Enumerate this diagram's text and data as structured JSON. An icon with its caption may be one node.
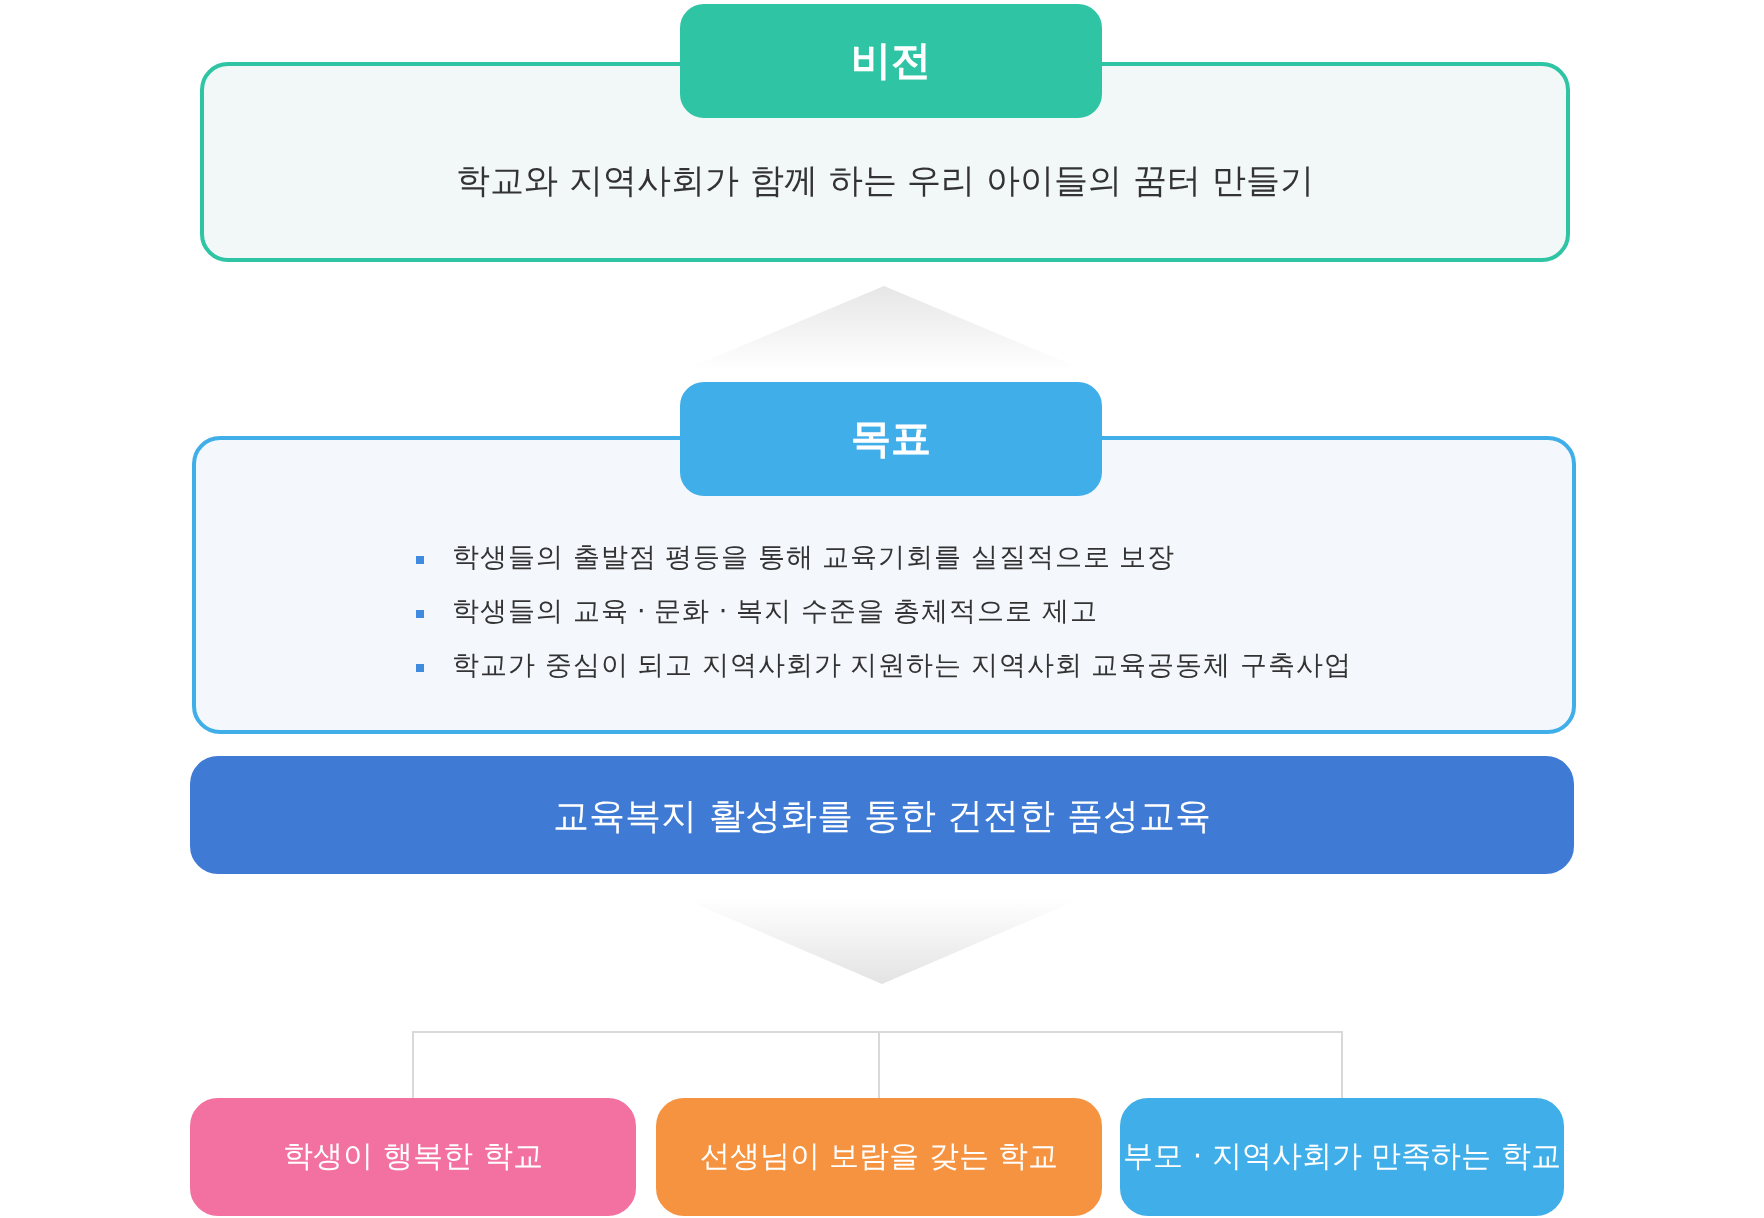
{
  "diagram": {
    "nodes": [
      {
        "text": [
          "비전"
        ]
      },
      {
        "text": [
          "학교와 지역사회가 함께 하는 우리 아이들의 꿈터 만들기"
        ]
      },
      {
        "text": [
          "목표"
        ]
      },
      {
        "text": [
          "학생들의 출발점 평등을 통해 교육기회를 실질적으로 보장",
          "학생들의 교육 · 문화 · 복지 수준을 총체적으로 제고",
          "학교가 중심이 되고 지역사회가 지원하는 지역사회 교육공동체 구축사업"
        ]
      },
      {
        "text": [
          "교육복지 활성화를 통한 건전한 품성교육"
        ]
      },
      {
        "text": [
          "학생이 행복한 학교"
        ]
      },
      {
        "text": [
          "선생님이 보람을 갖는 학교"
        ]
      },
      {
        "text": [
          "부모 · 지역사회가 만족하는 학교"
        ]
      }
    ],
    "edges": [
      {
        "from": 3,
        "to": 1,
        "arrow": "to"
      },
      {
        "from": 4,
        "to": null,
        "arrow": "to"
      },
      {
        "from": null,
        "to": 5,
        "arrow": "none"
      },
      {
        "from": null,
        "to": 6,
        "arrow": "none"
      },
      {
        "from": null,
        "to": 7,
        "arrow": "none"
      }
    ]
  }
}
